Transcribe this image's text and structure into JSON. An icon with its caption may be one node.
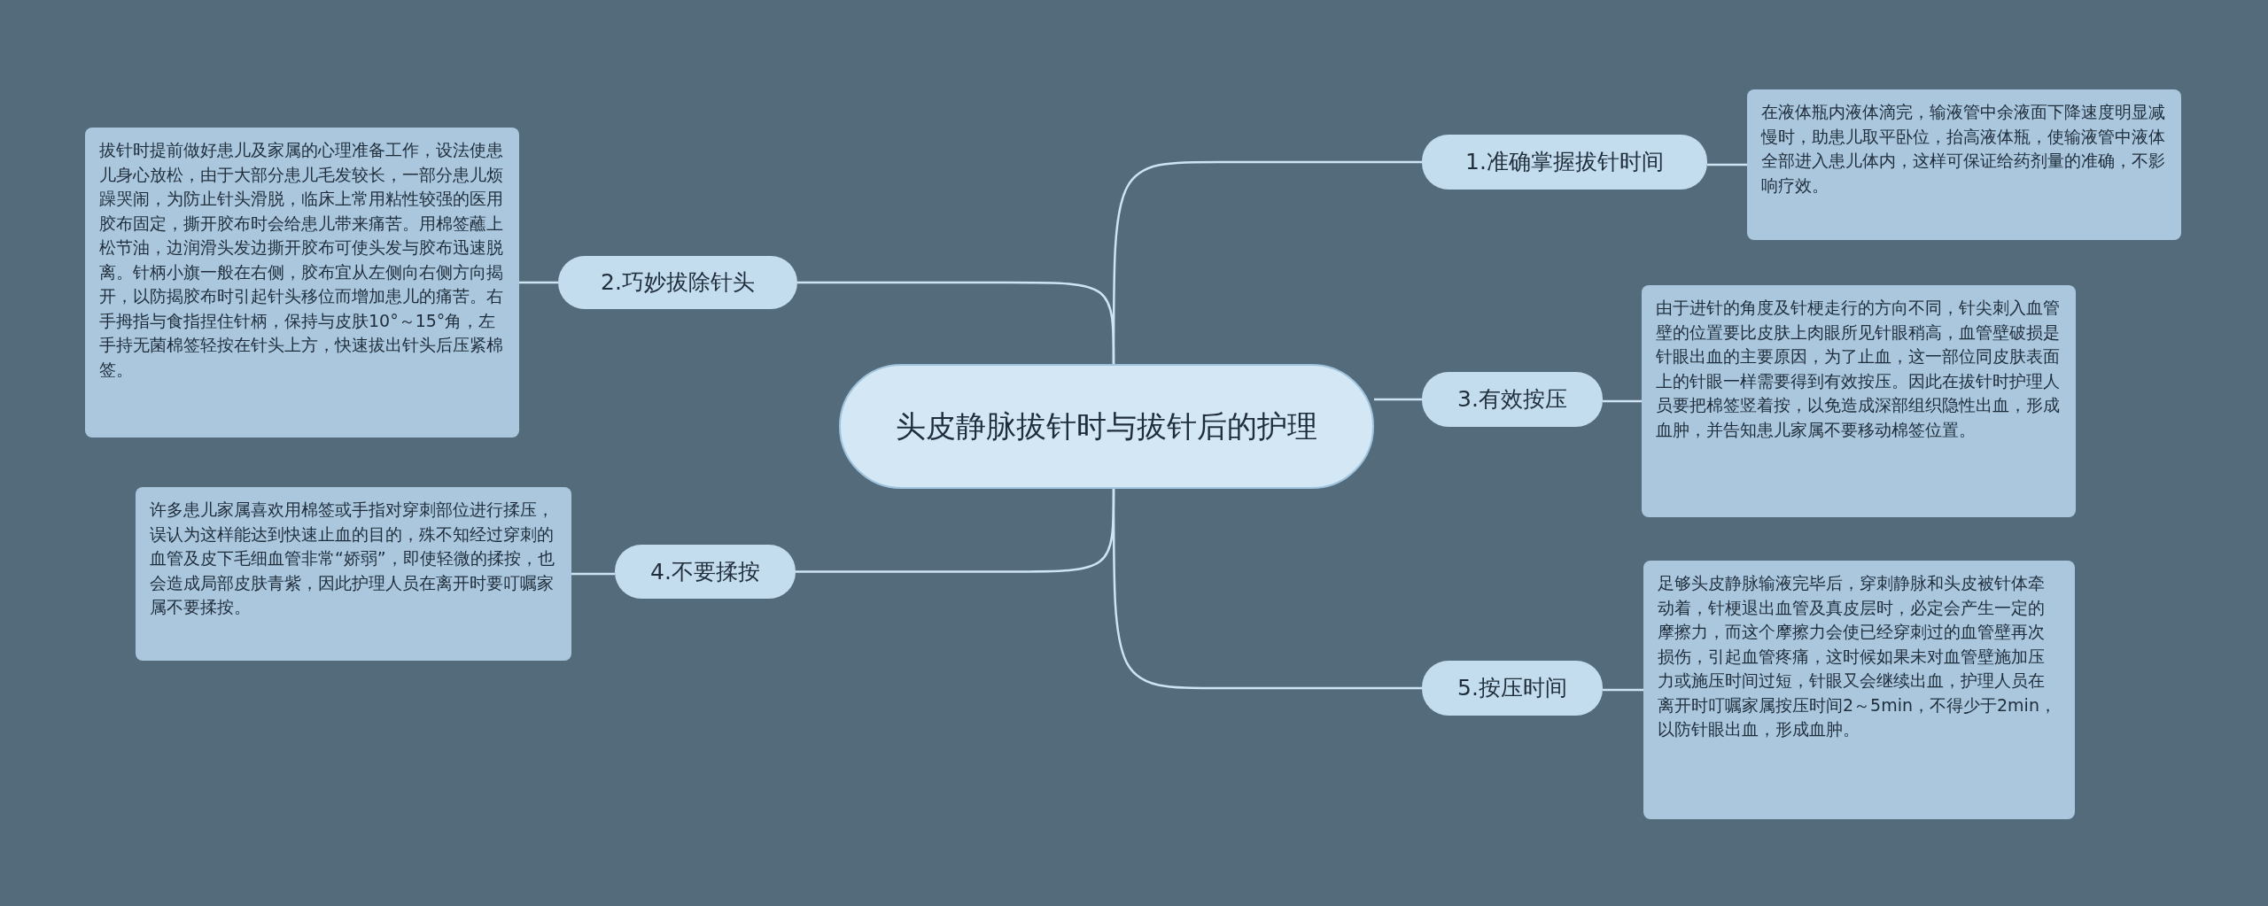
{
  "diagram": {
    "nodes": [
      {
        "text": [
          "头皮静脉拔针时与拔针后的护理"
        ]
      },
      {
        "text": [
          "1.准确掌握拔针时间"
        ]
      },
      {
        "text": [
          "在液体瓶内液体滴完，输液管中余液面下降速度明显减慢时，助患儿取平卧位，抬高液体瓶，使输液管中液体全部进入患儿体内，这样可保证给药剂量的准确，不影响疗效。"
        ]
      },
      {
        "text": [
          "2.巧妙拔除针头"
        ]
      },
      {
        "text": [
          "拔针时提前做好患儿及家属的心理准备工作，设法使患儿身心放松，由于大部分患儿毛发较长，一部分患儿烦躁哭闹，为防止针头滑脱，临床上常用粘性较强的医用胶布固定，撕开胶布时会给患儿带来痛苦。用棉签蘸上松节油，边润滑头发边撕开胶布可使头发与胶布迅速脱离。针柄小旗一般在右侧，胶布宜从左侧向右侧方向揭开，以防揭胶布时引起针头移位而增加患儿的痛苦。右手拇指与食指捏住针柄，保持与皮肤10°～15°角，左手持无菌棉签轻按在针头上方，快速拔出针头后压紧棉签。"
        ]
      },
      {
        "text": [
          "3.有效按压"
        ]
      },
      {
        "text": [
          "由于进针的角度及针梗走行的方向不同，针尖刺入血管壁的位置要比皮肤上肉眼所见针眼稍高，血管壁破损是针眼出血的主要原因，为了止血，这一部位同皮肤表面上的针眼一样需要得到有效按压。因此在拔针时护理人员要把棉签竖着按，以免造成深部组织隐性出血，形成血肿，并告知患儿家属不要移动棉签位置。"
        ]
      },
      {
        "text": [
          "4.不要揉按"
        ]
      },
      {
        "text": [
          "许多患儿家属喜欢用棉签或手指对穿刺部位进行揉压，误认为这样能达到快速止血的目的，殊不知经过穿刺的血管及皮下毛细血管非常“娇弱”，即使轻微的揉按，也会造成局部皮肤青紫，因此护理人员在离开时要叮嘱家属不要揉按。"
        ]
      },
      {
        "text": [
          "5.按压时间"
        ]
      },
      {
        "text": [
          "足够头皮静脉输液完毕后，穿刺静脉和头皮被针体牵动着，针梗退出血管及真皮层时，必定会产生一定的摩擦力，而这个摩擦力会使已经穿刺过的血管壁再次损伤，引起血管疼痛，这时候如果未对血管壁施加压力或施压时间过短，针眼又会继续出血，护理人员在离开时叮嘱家属按压时间2～5min，不得少于2min，以防针眼出血，形成血肿。"
        ]
      }
    ],
    "edges": [
      {
        "from": 0,
        "to": 1,
        "arrow": "none"
      },
      {
        "from": 1,
        "to": 2,
        "arrow": "none"
      },
      {
        "from": 0,
        "to": 3,
        "arrow": "none"
      },
      {
        "from": 3,
        "to": 4,
        "arrow": "none"
      },
      {
        "from": 0,
        "to": 5,
        "arrow": "none"
      },
      {
        "from": 5,
        "to": 6,
        "arrow": "none"
      },
      {
        "from": 0,
        "to": 7,
        "arrow": "none"
      },
      {
        "from": 7,
        "to": 8,
        "arrow": "none"
      },
      {
        "from": 0,
        "to": 9,
        "arrow": "none"
      },
      {
        "from": 9,
        "to": 10,
        "arrow": "none"
      }
    ]
  }
}
